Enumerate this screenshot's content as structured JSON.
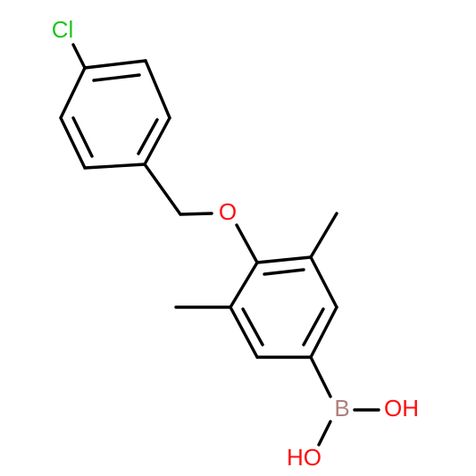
{
  "molecule": {
    "atoms": {
      "chlorine": "Cl",
      "ether_oxygen": "O",
      "boron": "B",
      "hydroxyl_1": "OH",
      "hydroxyl_2": "HO"
    },
    "colors": {
      "bond": "#000000",
      "chlorine": "#1fc51f",
      "oxygen": "#ff0d0d",
      "boron": "#b07f7f"
    }
  }
}
